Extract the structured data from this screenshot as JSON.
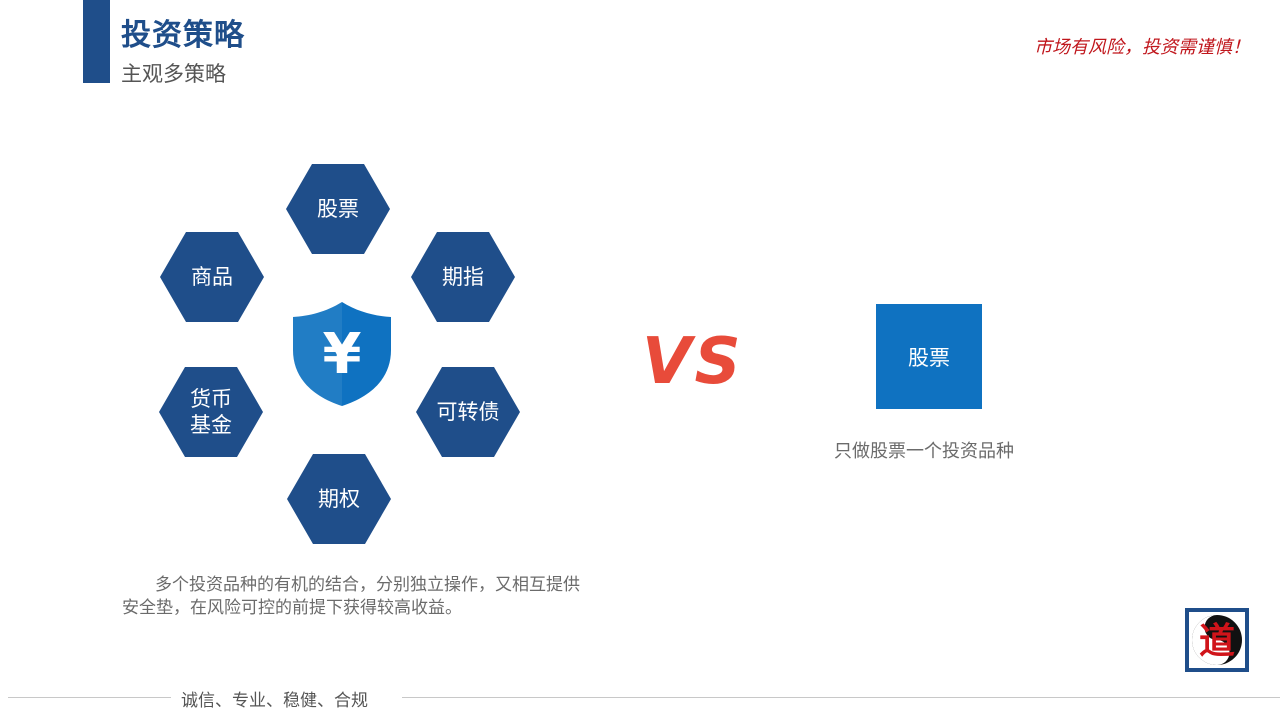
{
  "header": {
    "title": "投资策略",
    "subtitle": "主观多策略",
    "risk_note": "市场有风险，投资需谨慎！"
  },
  "diagram": {
    "center_icon": "shield-yuan-icon",
    "center_symbol": "¥",
    "items": [
      {
        "lines": [
          "股票"
        ]
      },
      {
        "lines": [
          "期指"
        ]
      },
      {
        "lines": [
          "可转债"
        ]
      },
      {
        "lines": [
          "期权"
        ]
      },
      {
        "lines": [
          "货币",
          "基金"
        ]
      },
      {
        "lines": [
          "商品"
        ]
      }
    ],
    "description": "多个投资品种的有机的结合，分别独立操作，又相互提供安全垫，在风险可控的前提下获得较高收益。"
  },
  "versus": {
    "label": "VS"
  },
  "comparison": {
    "box_label": "股票",
    "caption": "只做股票一个投资品种"
  },
  "logo": {
    "icon": "dao-logo-icon",
    "glyph": "道"
  },
  "footer": {
    "values": "诚信、专业、稳健、合规"
  },
  "colors": {
    "primary": "#1f4e8a",
    "shield": "#0f72c1",
    "accent_red": "#e84b3a",
    "risk_red": "#c0161c"
  }
}
